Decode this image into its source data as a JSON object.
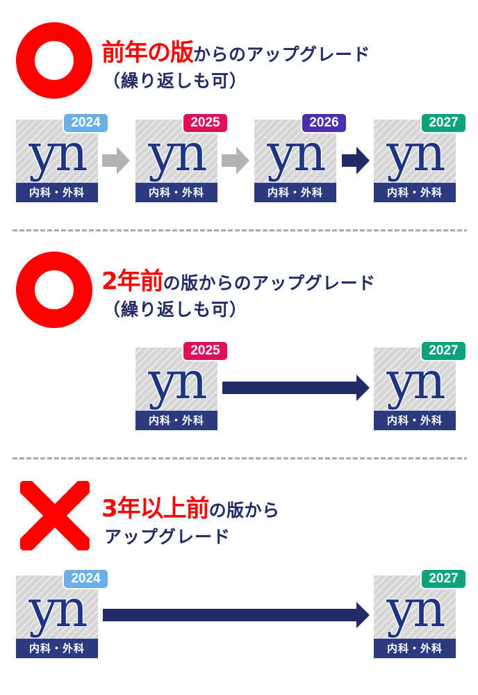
{
  "colors": {
    "red": "#ff0000",
    "navy": "#232b66",
    "arrow_gray": "#b3b3b3",
    "arrow_navy": "#232b66",
    "badge_2024": "#6ab0e6",
    "badge_2025": "#e0105a",
    "badge_2026": "#4b2fb0",
    "badge_2027": "#0fa37d"
  },
  "book": {
    "logo": "yn",
    "subtitle": "内科・外科"
  },
  "sections": [
    {
      "mark": "circle-ok-icon",
      "highlight": "前年の版",
      "rest": "からのアップグレード",
      "line2": "（繰り返しも可）",
      "editions": [
        "2024",
        "2025",
        "2026",
        "2027"
      ]
    },
    {
      "mark": "circle-ok-icon",
      "highlight": "2年前",
      "rest": "の版からのアップグレード",
      "line2": "（繰り返しも可）",
      "editions": [
        "2025",
        "2027"
      ]
    },
    {
      "mark": "cross-ng-icon",
      "highlight": "3年以上前",
      "rest": "の版から",
      "line2": "アップグレード",
      "editions": [
        "2024",
        "2027"
      ]
    }
  ]
}
